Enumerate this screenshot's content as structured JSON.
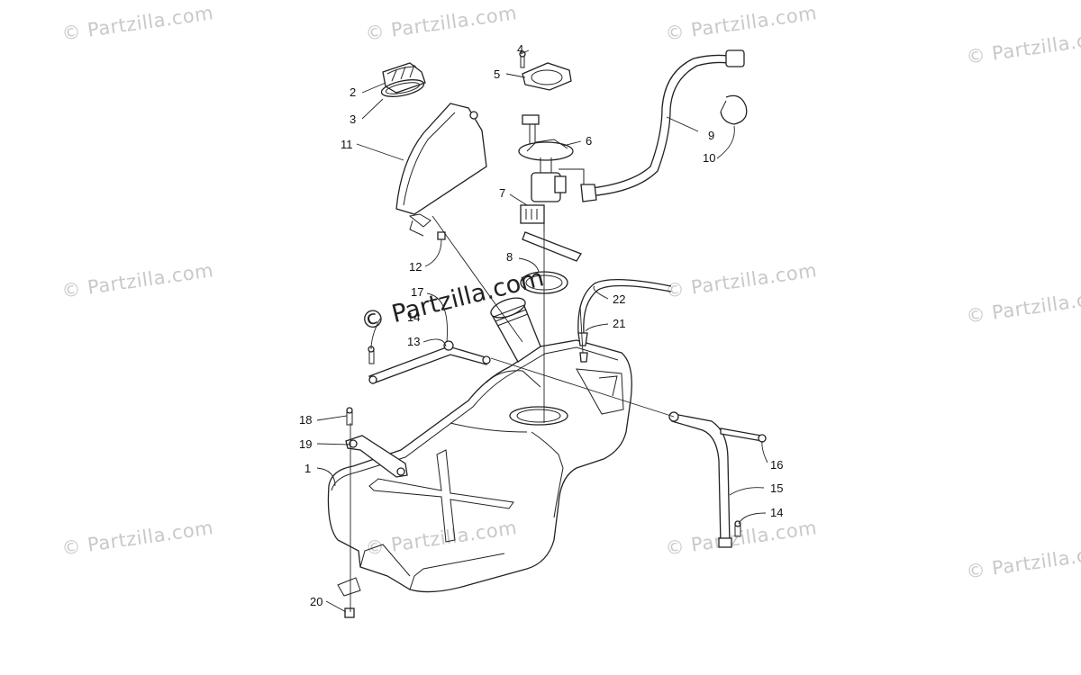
{
  "watermark": {
    "text": "© Partzilla.com"
  },
  "callouts": [
    {
      "id": "c2",
      "label": "2"
    },
    {
      "id": "c3",
      "label": "3"
    },
    {
      "id": "c4",
      "label": "4"
    },
    {
      "id": "c5",
      "label": "5"
    },
    {
      "id": "c6",
      "label": "6"
    },
    {
      "id": "c7",
      "label": "7"
    },
    {
      "id": "c8",
      "label": "8"
    },
    {
      "id": "c9",
      "label": "9"
    },
    {
      "id": "c10",
      "label": "10"
    },
    {
      "id": "c11",
      "label": "11"
    },
    {
      "id": "c12",
      "label": "12"
    },
    {
      "id": "c13",
      "label": "13"
    },
    {
      "id": "c14a",
      "label": "14"
    },
    {
      "id": "c14b",
      "label": "14"
    },
    {
      "id": "c15",
      "label": "15"
    },
    {
      "id": "c16",
      "label": "16"
    },
    {
      "id": "c17",
      "label": "17"
    },
    {
      "id": "c18",
      "label": "18"
    },
    {
      "id": "c19",
      "label": "19"
    },
    {
      "id": "c1",
      "label": "1"
    },
    {
      "id": "c20",
      "label": "20"
    },
    {
      "id": "c21",
      "label": "21"
    },
    {
      "id": "c22",
      "label": "22"
    }
  ]
}
